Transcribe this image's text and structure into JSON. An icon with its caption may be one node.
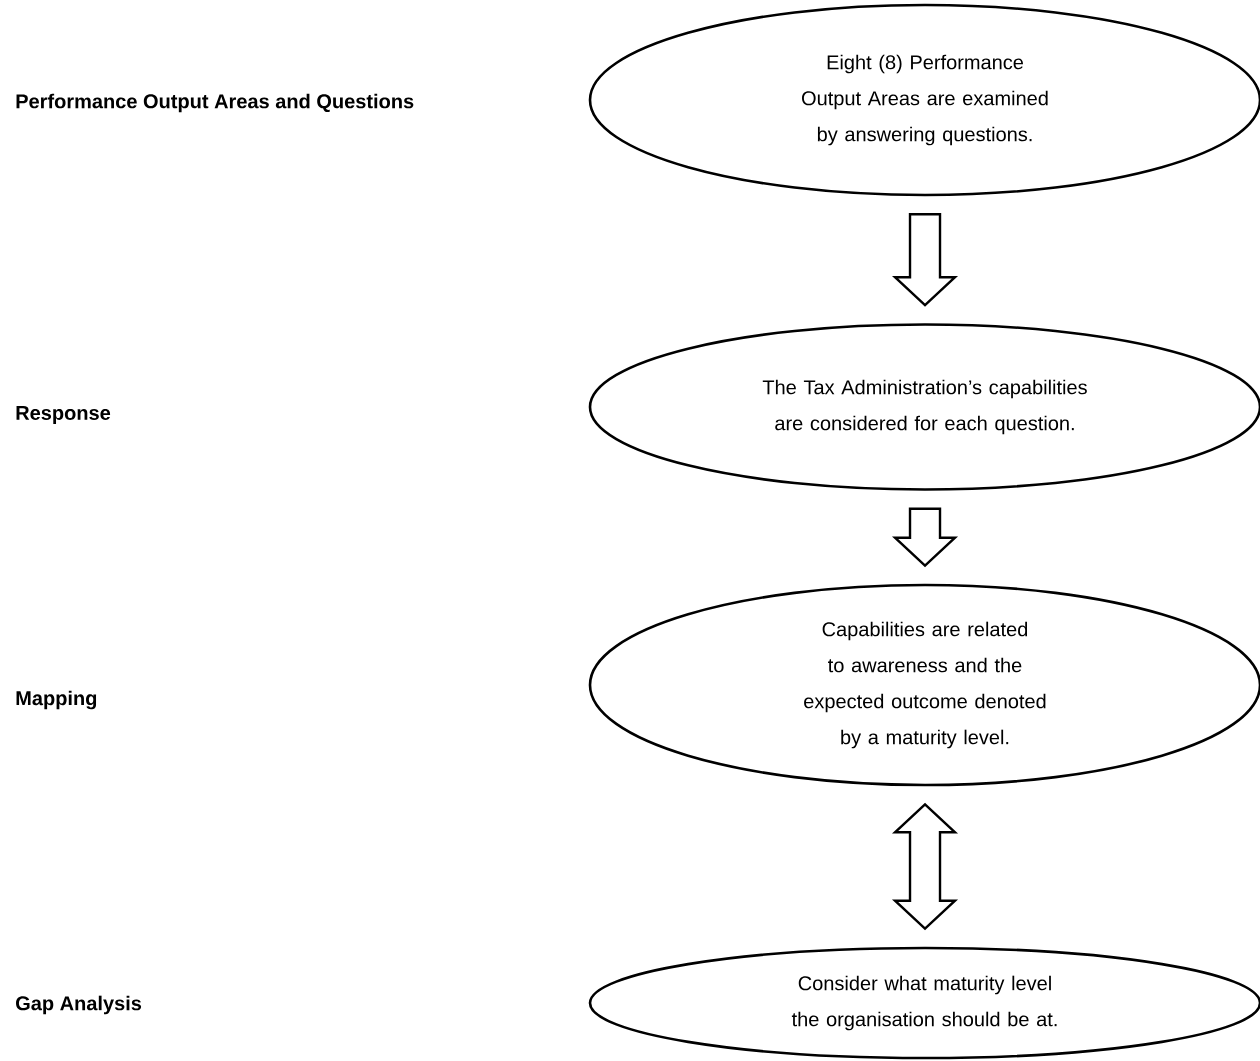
{
  "diagram": {
    "nodes": [
      {
        "text": [
          "Eight (8) Performance Output Areas are examined by answering questions."
        ]
      },
      {
        "text": [
          "The Tax Administration’s capabilities are considered for each question."
        ]
      },
      {
        "text": [
          "Capabilities are related to awareness and the expected outcome denoted by a maturity level."
        ]
      },
      {
        "text": [
          "Consider what maturity level the organisation should be at."
        ]
      }
    ],
    "edges": [
      {
        "from": 0,
        "to": 1,
        "arrow": "to"
      },
      {
        "from": 1,
        "to": 2,
        "arrow": "to"
      },
      {
        "from": 2,
        "to": 3,
        "arrow": "both"
      }
    ],
    "labels": [
      "Performance Output Areas and Questions",
      "Response",
      "Mapping",
      "Gap Analysis"
    ]
  }
}
